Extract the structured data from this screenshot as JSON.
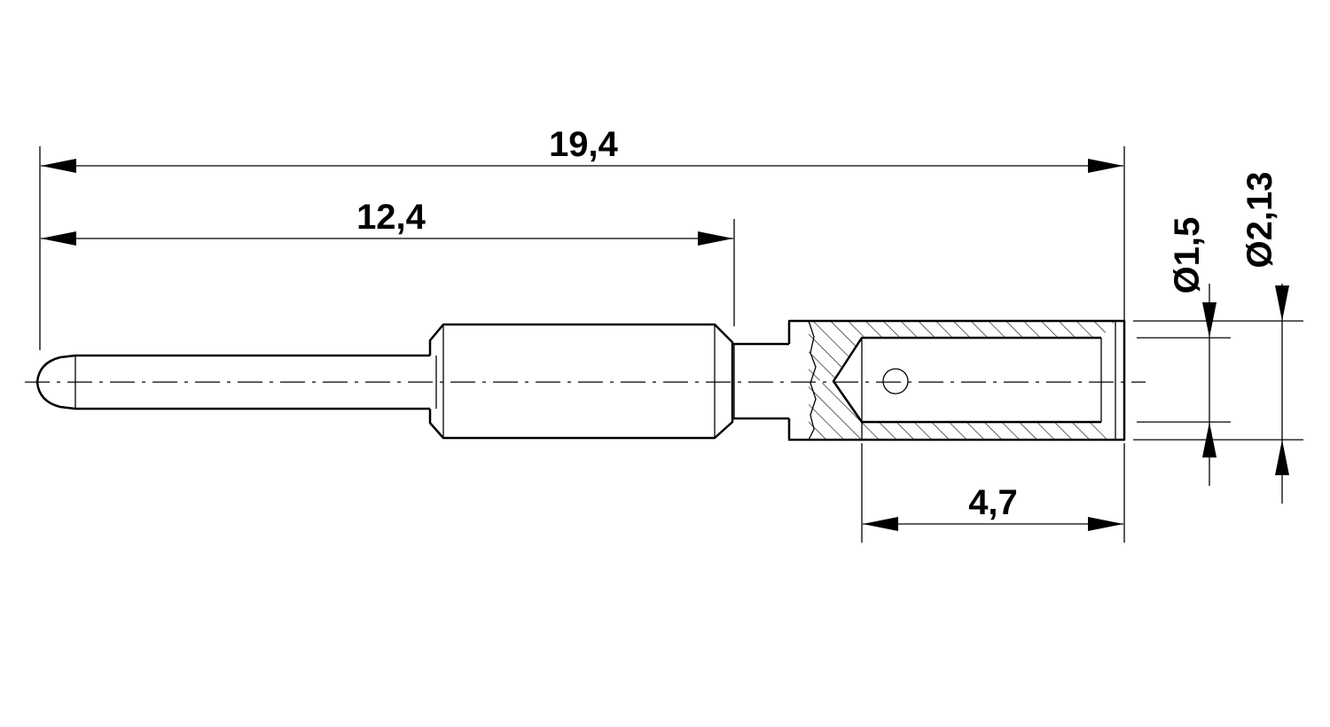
{
  "dimensions": {
    "overall_length": "19,4",
    "pin_length": "12,4",
    "crimp_depth": "4,7",
    "inner_diameter": "Ø1,5",
    "outer_diameter": "Ø2,13"
  }
}
